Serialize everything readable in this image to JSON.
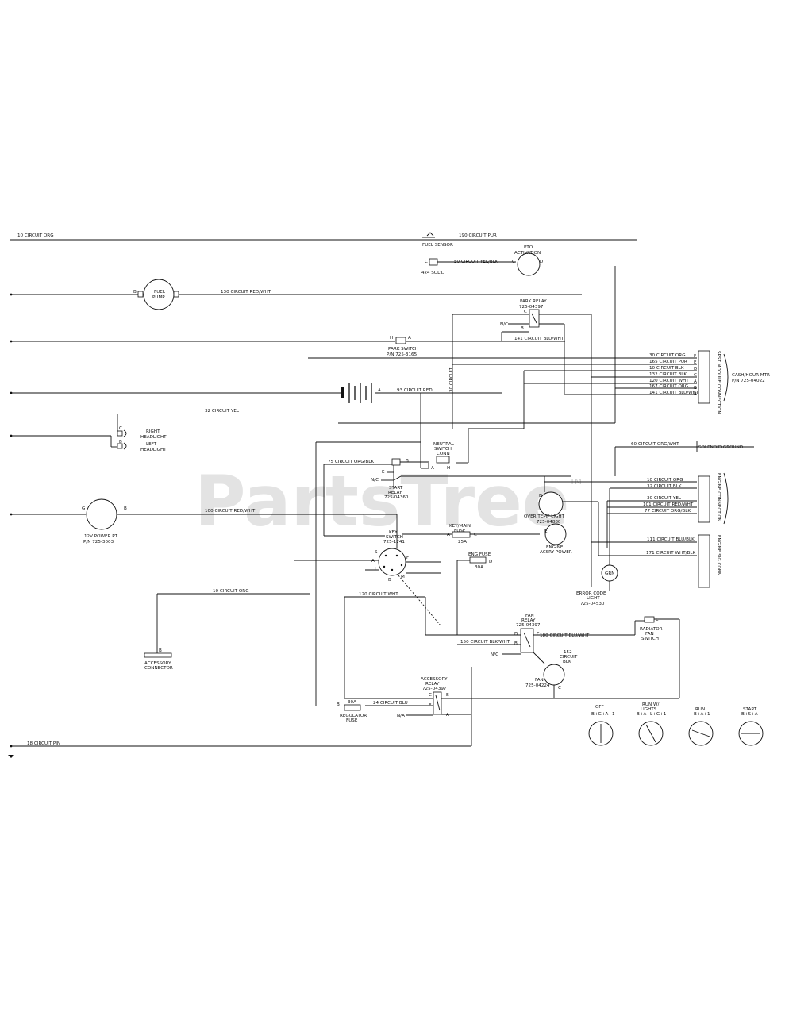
{
  "watermark": {
    "brand": "PartsTree",
    "tm": "TM"
  },
  "wires": {
    "orange_top": "10 CIRCUIT ORG",
    "pur_top": "190 CIRCUIT PUR",
    "yel_blk": "50 CIRCUIT YEL/BLK",
    "red_wht_130": "130 CIRCUIT RED/WHT",
    "blu_wht_141": "141 CIRCUIT BLU/WHT",
    "red_93": "93 CIRCUIT RED",
    "yel_32": "32 CIRCUIT YEL",
    "vert_30": "30 CIRCUIT",
    "org_blk_75": "75 CIRCUIT ORG/BLK",
    "red_wht_100": "100 CIRCUIT RED/WHT",
    "org_10": "10 CIRCUIT ORG",
    "wht_120": "120 CIRCUIT WHT",
    "blk_wht_150": "150 CIRCUIT BLK/WHT",
    "blu_wht_180": "180 CIRCUIT BLU/WHT",
    "blk_152": "152\nCIRCUIT\nBLK",
    "blk_152_a": "152",
    "blk_152_b": "CIRCUIT",
    "blk_152_c": "BLK",
    "blu_24": "24 CIRCUIT BLU",
    "pin_18": "18 CIRCUIT PIN",
    "org_wht_60": "60 CIRCUIT ORG/WHT"
  },
  "components": {
    "fuel_sensor": "FUEL SENSOR",
    "fuel_sensor_pins": "C   B",
    "pto": "PTO\nACTIVATION",
    "pto_a": "PTO",
    "pto_b": "ACTIVATION",
    "pto_pin_c": "C",
    "pto_pin_d": "D",
    "solenoid_4x4": "4x4 SOL'D",
    "fuel_pump_a": "FUEL",
    "fuel_pump_b": "PUMP",
    "park_relay_a": "PARK RELAY",
    "park_relay_b": "725-04397",
    "park_switch_a": "PARK SWITCH",
    "park_switch_b": "P/N 725-3165",
    "right_headlight_a": "RIGHT",
    "right_headlight_b": "HEADLIGHT",
    "left_headlight_a": "LEFT",
    "left_headlight_b": "HEADLIGHT",
    "neutral_switch_a": "NEUTRAL",
    "neutral_switch_b": "SWITCH",
    "neutral_switch_c": "CONN",
    "start_relay_a": "START",
    "start_relay_b": "RELAY",
    "start_relay_c": "725-04360",
    "power_port_a": "12V POWER PT",
    "power_port_b": "P/N 725-3003",
    "key_switch_a": "KEY",
    "key_switch_b": "SWITCH",
    "key_switch_c": "725-1741",
    "keymain_fuse_a": "KEY/MAIN",
    "keymain_fuse_b": "FUSE",
    "keymain_fuse_c": "25A",
    "engine_fuse_a": "ENG FUSE",
    "engine_fuse_b": "30A",
    "overtemp_a": "OVER TEMP LIGHT",
    "overtemp_b": "725-04880",
    "engine_acc_a": "ENGINE",
    "engine_acc_b": "ACSRY POWER",
    "error_code_a": "ERROR CODE",
    "error_code_b": "LIGHT",
    "error_code_c": "725-04530",
    "grn": "GRN",
    "fan_relay_a": "FAN",
    "fan_relay_b": "RELAY",
    "fan_relay_c": "725-04397",
    "radiator_switch_a": "RADIATOR",
    "radiator_switch_b": "FAN",
    "radiator_switch_c": "SWITCH",
    "fan_a": "FAN",
    "fan_b": "725-04224",
    "acc_relay_a": "ACCESSORY",
    "acc_relay_b": "RELAY",
    "acc_relay_c": "725-04397",
    "reg_fuse_a": "30A",
    "reg_fuse_b": "REGULATOR",
    "reg_fuse_c": "FUSE",
    "aux_conn_a": "ACCESSORY",
    "aux_conn_b": "CONNECTOR",
    "hr_meter_a": "CASH/HOUR MTR",
    "hr_meter_b": "P/N 725-04022",
    "solenoid_ground": "SOLENOID GROUND",
    "conn_engine_power": "ENGINE CONNECTION",
    "conn_spst": "SPST MODULE CONNECTION",
    "conn_engine_sig": "ENGINE SIG CONN"
  },
  "terminal_letters": {
    "a": "A",
    "b": "B",
    "c": "C",
    "d": "D",
    "e": "E",
    "f": "F",
    "g": "G",
    "h": "H",
    "l": "L",
    "m": "M",
    "s": "S",
    "na": "N/A",
    "nc": "N/C"
  },
  "harness_right": [
    "30 CIRCUIT ORG",
    "165 CIRCUIT PUR",
    "10 CIRCUIT BLK",
    "132 CIRCUIT BLK",
    "120 CIRCUIT WHT",
    "167 CIRCUIT ORG",
    "141 CIRCUIT BLU/WHT"
  ],
  "harness_engine": [
    "10 CIRCUIT ORG",
    "32 CIRCUIT BLK"
  ],
  "harness_engine2": [
    "30 CIRCUIT YEL",
    "101 CIRCUIT RED/WHT",
    "77 CIRCUIT ORG/BLK"
  ],
  "harness_sig": [
    "111 CIRCUIT BLU/BLK",
    "171 CIRCUIT WHT/BLK"
  ],
  "key_positions": [
    {
      "title_a": "OFF",
      "title_b": "B+G+A+1"
    },
    {
      "title_a": "RUN W/",
      "title_b": "LIGHTS",
      "title_c": "B+A+L+G+1"
    },
    {
      "title_a": "RUN",
      "title_b": "B+A+1"
    },
    {
      "title_a": "START",
      "title_b": "B+S+A"
    }
  ]
}
